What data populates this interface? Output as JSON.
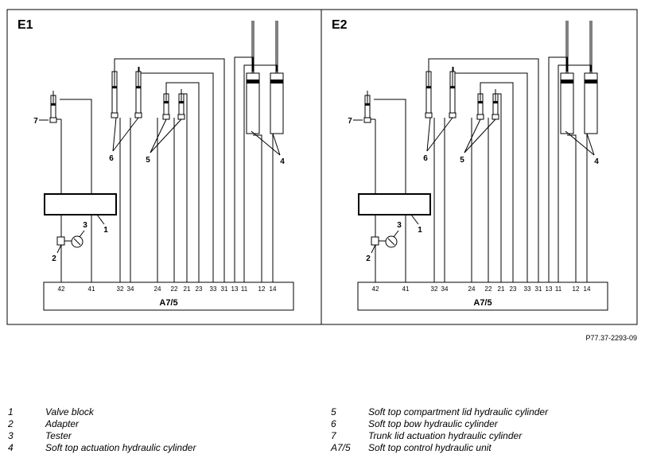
{
  "diagram": {
    "panels": [
      {
        "id": "E1",
        "title": "E1",
        "unit_label": "A7/5",
        "pins": [
          "42",
          "41",
          "32",
          "34",
          "24",
          "22",
          "21",
          "23",
          "33",
          "31",
          "13",
          "11",
          "12",
          "14"
        ],
        "callouts": [
          "1",
          "2",
          "3",
          "4",
          "5",
          "6",
          "7"
        ]
      },
      {
        "id": "E2",
        "title": "E2",
        "unit_label": "A7/5",
        "pins": [
          "42",
          "41",
          "32",
          "34",
          "24",
          "22",
          "21",
          "23",
          "33",
          "31",
          "13",
          "11",
          "12",
          "14"
        ],
        "callouts": [
          "1",
          "2",
          "3",
          "4",
          "5",
          "6",
          "7"
        ]
      }
    ],
    "reference": "P77.37-2293-09"
  },
  "legend": {
    "items": [
      {
        "num": "1",
        "text": "Valve block"
      },
      {
        "num": "2",
        "text": "Adapter"
      },
      {
        "num": "3",
        "text": "Tester"
      },
      {
        "num": "4",
        "text": "Soft top actuation hydraulic cylinder"
      },
      {
        "num": "5",
        "text": "Soft top compartment lid hydraulic cylinder"
      },
      {
        "num": "6",
        "text": "Soft top bow hydraulic cylinder"
      },
      {
        "num": "7",
        "text": "Trunk lid actuation hydraulic cylinder"
      },
      {
        "num": "A7/5",
        "text": "Soft top control hydraulic unit"
      }
    ]
  }
}
